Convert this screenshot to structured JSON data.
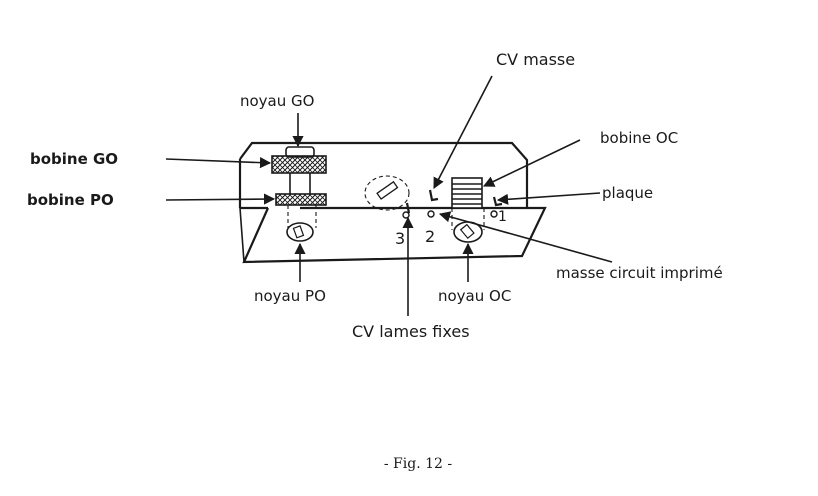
{
  "labels": {
    "noyau_go": "noyau GO",
    "bobine_go": "bobine GO",
    "bobine_po": "bobine PO",
    "noyau_po": "noyau PO",
    "cv_masse": "CV masse",
    "bobine_oc": "bobine OC",
    "plaque": "plaque",
    "masse_circuit_imprime": "masse circuit imprimé",
    "noyau_oc": "noyau OC",
    "cv_lames_fixes": "CV lames fixes",
    "pin_3": "3",
    "pin_2": "2",
    "pin_1": "1"
  },
  "caption": "- Fig. 12 -"
}
